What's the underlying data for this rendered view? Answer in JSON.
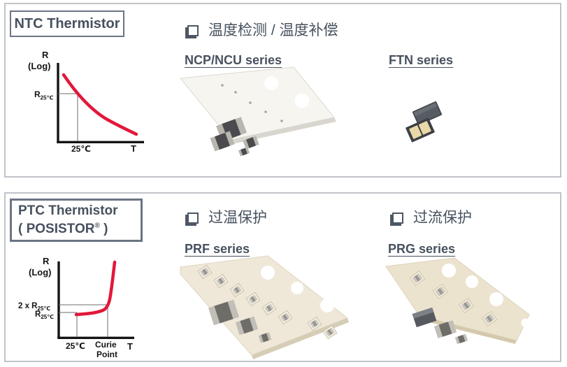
{
  "slide": {
    "ntc": {
      "title": "NTC Thermistor",
      "application": "温度检测 / 温度补偿",
      "series_left": "NCP/NCU series",
      "series_right": "FTN series",
      "graph": {
        "y_axis_label": "R",
        "y_axis_label2": "(Log)",
        "ref_label_base": "R",
        "ref_label_sub": "25℃",
        "x_tick": "25℃",
        "x_axis_label": "T"
      }
    },
    "ptc": {
      "title": "PTC Thermistor",
      "subtitle_pre": "( POSISTOR",
      "subtitle_reg": "®",
      "subtitle_post": " )",
      "application_left": "过温保护",
      "application_right": "过流保护",
      "series_left": "PRF series",
      "series_right": "PRG series",
      "graph": {
        "y_axis_label": "R",
        "y_axis_label2": "(Log)",
        "ref2_label_base": "2 x R",
        "ref2_label_sub": "25℃",
        "ref1_label_base": "R",
        "ref1_label_sub": "25℃",
        "x_tick": "25℃",
        "x_tick2_line1": "Curie",
        "x_tick2_line2": "Point",
        "x_axis_label": "T"
      }
    },
    "colors": {
      "curve_red": "#e3173a",
      "text_slate": "#47515f",
      "panel_border": "#c0c3c8",
      "title_box_border": "#6a7483"
    },
    "icons": {
      "bullet": "shadowed-square-bullet"
    }
  }
}
